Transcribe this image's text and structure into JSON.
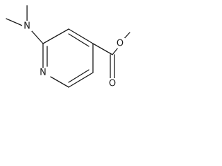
{
  "structure": {
    "atoms": {
      "amine_nitrogen": "N",
      "ring_nitrogen": "N",
      "carbonyl_oxygen": "O",
      "ester_oxygen": "O"
    }
  }
}
